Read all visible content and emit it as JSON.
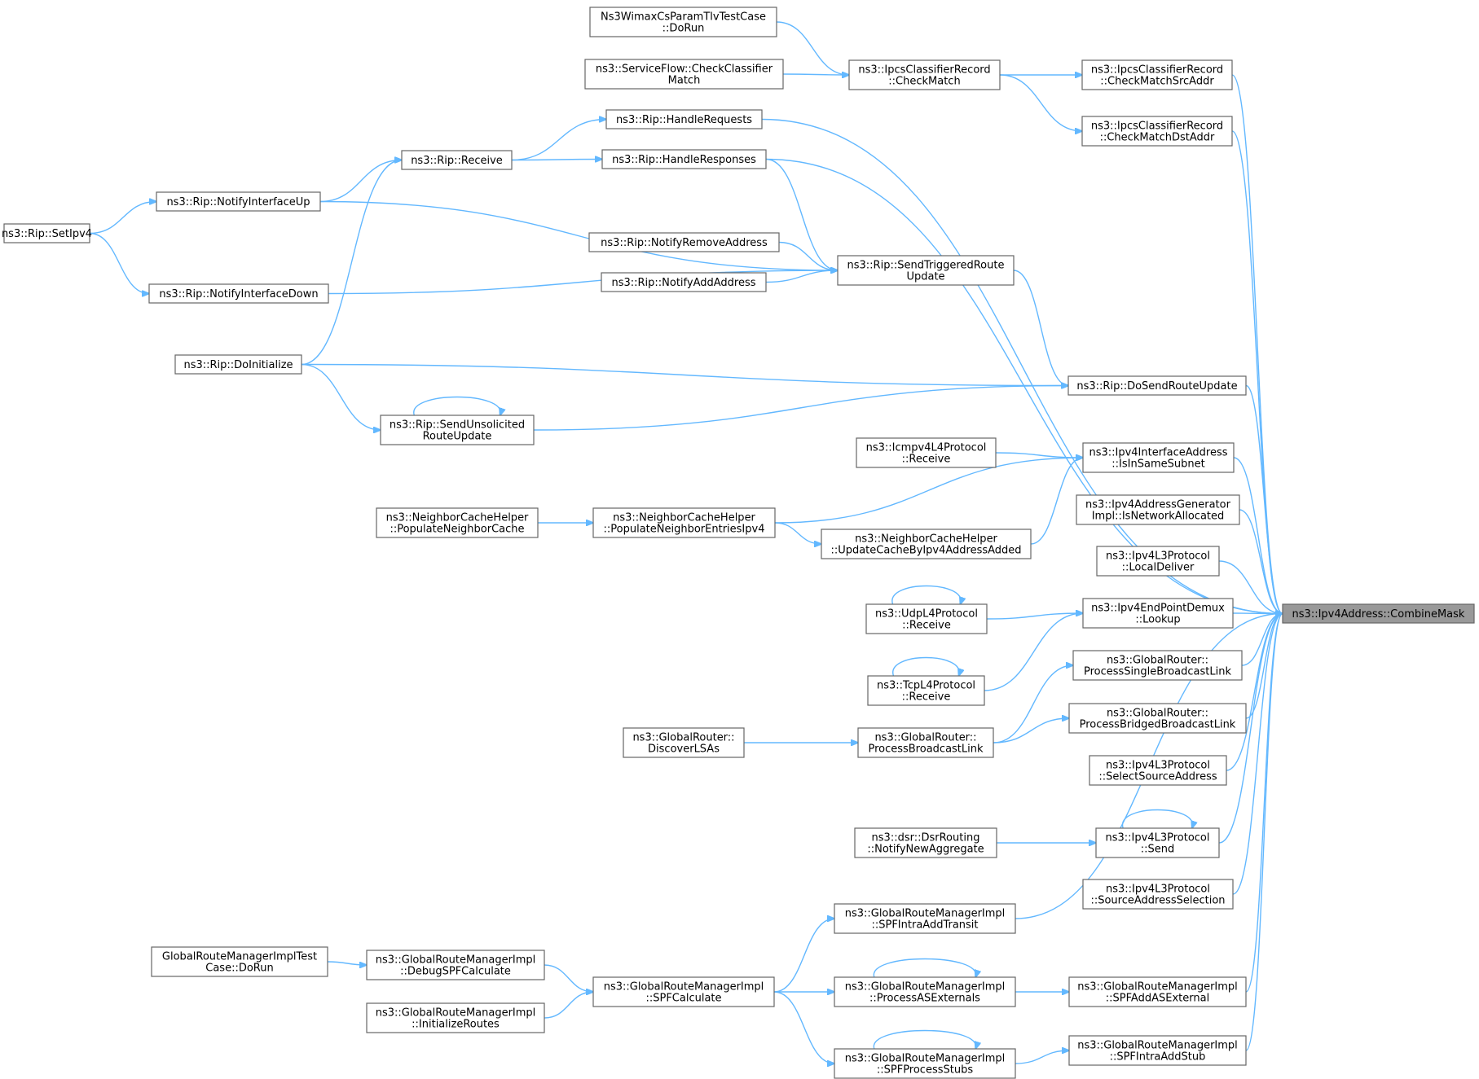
{
  "root": "ns3::Ipv4Address::CombineMask",
  "nodes": [
    {
      "id": "n_wimax_dorun",
      "lines": [
        "Ns3WimaxCsParamTlvTestCase",
        "::DoRun"
      ]
    },
    {
      "id": "n_sf_checkclassifier",
      "lines": [
        "ns3::ServiceFlow::CheckClassifier",
        "Match"
      ]
    },
    {
      "id": "n_ipcs_checkmatch",
      "lines": [
        "ns3::IpcsClassifierRecord",
        "::CheckMatch"
      ]
    },
    {
      "id": "n_ipcs_srcaddr",
      "lines": [
        "ns3::IpcsClassifierRecord",
        "::CheckMatchSrcAddr"
      ]
    },
    {
      "id": "n_ipcs_dstaddr",
      "lines": [
        "ns3::IpcsClassifierRecord",
        "::CheckMatchDstAddr"
      ]
    },
    {
      "id": "n_rip_handlerequests",
      "lines": [
        "ns3::Rip::HandleRequests"
      ]
    },
    {
      "id": "n_rip_receive",
      "lines": [
        "ns3::Rip::Receive"
      ]
    },
    {
      "id": "n_rip_handleresponses",
      "lines": [
        "ns3::Rip::HandleResponses"
      ]
    },
    {
      "id": "n_rip_notifyifup",
      "lines": [
        "ns3::Rip::NotifyInterfaceUp"
      ]
    },
    {
      "id": "n_rip_setipv4",
      "lines": [
        "ns3::Rip::SetIpv4"
      ]
    },
    {
      "id": "n_rip_notifyremove",
      "lines": [
        "ns3::Rip::NotifyRemoveAddress"
      ]
    },
    {
      "id": "n_rip_notifyadd",
      "lines": [
        "ns3::Rip::NotifyAddAddress"
      ]
    },
    {
      "id": "n_rip_sendtriggered",
      "lines": [
        "ns3::Rip::SendTriggeredRoute",
        "Update"
      ]
    },
    {
      "id": "n_rip_notifyifdown",
      "lines": [
        "ns3::Rip::NotifyInterfaceDown"
      ]
    },
    {
      "id": "n_rip_doinit",
      "lines": [
        "ns3::Rip::DoInitialize"
      ]
    },
    {
      "id": "n_rip_dosendroute",
      "lines": [
        "ns3::Rip::DoSendRouteUpdate"
      ]
    },
    {
      "id": "n_rip_sendunsolicited",
      "lines": [
        "ns3::Rip::SendUnsolicited",
        "RouteUpdate"
      ]
    },
    {
      "id": "n_icmp_receive",
      "lines": [
        "ns3::Icmpv4L4Protocol",
        "::Receive"
      ]
    },
    {
      "id": "n_ipv4ifaddr_insame",
      "lines": [
        "ns3::Ipv4InterfaceAddress",
        "::IsInSameSubnet"
      ]
    },
    {
      "id": "n_nch_populatecache",
      "lines": [
        "ns3::NeighborCacheHelper",
        "::PopulateNeighborCache"
      ]
    },
    {
      "id": "n_nch_populateentries",
      "lines": [
        "ns3::NeighborCacheHelper",
        "::PopulateNeighborEntriesIpv4"
      ]
    },
    {
      "id": "n_nch_updatecache",
      "lines": [
        "ns3::NeighborCacheHelper",
        "::UpdateCacheByIpv4AddressAdded"
      ]
    },
    {
      "id": "n_addrgen_isnetalloc",
      "lines": [
        "ns3::Ipv4AddressGenerator",
        "Impl::IsNetworkAllocated"
      ]
    },
    {
      "id": "n_ipv4l3_localdeliver",
      "lines": [
        "ns3::Ipv4L3Protocol",
        "::LocalDeliver"
      ]
    },
    {
      "id": "n_udp_receive",
      "lines": [
        "ns3::UdpL4Protocol",
        "::Receive"
      ]
    },
    {
      "id": "n_epdemux_lookup",
      "lines": [
        "ns3::Ipv4EndPointDemux",
        "::Lookup"
      ]
    },
    {
      "id": "n_root",
      "lines": [
        "ns3::Ipv4Address::CombineMask"
      ]
    },
    {
      "id": "n_gr_singlebcast",
      "lines": [
        "ns3::GlobalRouter::",
        "ProcessSingleBroadcastLink"
      ]
    },
    {
      "id": "n_tcp_receive",
      "lines": [
        "ns3::TcpL4Protocol",
        "::Receive"
      ]
    },
    {
      "id": "n_gr_discoverlsas",
      "lines": [
        "ns3::GlobalRouter::",
        "DiscoverLSAs"
      ]
    },
    {
      "id": "n_gr_bcast",
      "lines": [
        "ns3::GlobalRouter::",
        "ProcessBroadcastLink"
      ]
    },
    {
      "id": "n_gr_bridgedbcast",
      "lines": [
        "ns3::GlobalRouter::",
        "ProcessBridgedBroadcastLink"
      ]
    },
    {
      "id": "n_ipv4l3_selectsrc",
      "lines": [
        "ns3::Ipv4L3Protocol",
        "::SelectSourceAddress"
      ]
    },
    {
      "id": "n_dsr_notifynewagg",
      "lines": [
        "ns3::dsr::DsrRouting",
        "::NotifyNewAggregate"
      ]
    },
    {
      "id": "n_ipv4l3_send",
      "lines": [
        "ns3::Ipv4L3Protocol",
        "::Send"
      ]
    },
    {
      "id": "n_ipv4l3_srcaddrsel",
      "lines": [
        "ns3::Ipv4L3Protocol",
        "::SourceAddressSelection"
      ]
    },
    {
      "id": "n_grm_spfintratransit",
      "lines": [
        "ns3::GlobalRouteManagerImpl",
        "::SPFIntraAddTransit"
      ]
    },
    {
      "id": "n_grmtest_dorun",
      "lines": [
        "GlobalRouteManagerImplTest",
        "Case::DoRun"
      ]
    },
    {
      "id": "n_grm_debugspf",
      "lines": [
        "ns3::GlobalRouteManagerImpl",
        "::DebugSPFCalculate"
      ]
    },
    {
      "id": "n_grm_spfcalc",
      "lines": [
        "ns3::GlobalRouteManagerImpl",
        "::SPFCalculate"
      ]
    },
    {
      "id": "n_grm_processasext",
      "lines": [
        "ns3::GlobalRouteManagerImpl",
        "::ProcessASExternals"
      ]
    },
    {
      "id": "n_grm_spfaddasext",
      "lines": [
        "ns3::GlobalRouteManagerImpl",
        "::SPFAddASExternal"
      ]
    },
    {
      "id": "n_grm_initroutes",
      "lines": [
        "ns3::GlobalRouteManagerImpl",
        "::InitializeRoutes"
      ]
    },
    {
      "id": "n_grm_spfprocstubs",
      "lines": [
        "ns3::GlobalRouteManagerImpl",
        "::SPFProcessStubs"
      ]
    },
    {
      "id": "n_grm_spfintrastub",
      "lines": [
        "ns3::GlobalRouteManagerImpl",
        "::SPFIntraAddStub"
      ]
    }
  ],
  "edges": [
    [
      "n_wimax_dorun",
      "n_ipcs_checkmatch"
    ],
    [
      "n_sf_checkclassifier",
      "n_ipcs_checkmatch"
    ],
    [
      "n_ipcs_checkmatch",
      "n_ipcs_srcaddr"
    ],
    [
      "n_ipcs_checkmatch",
      "n_ipcs_dstaddr"
    ],
    [
      "n_ipcs_srcaddr",
      "n_root"
    ],
    [
      "n_ipcs_dstaddr",
      "n_root"
    ],
    [
      "n_rip_receive",
      "n_rip_handlerequests"
    ],
    [
      "n_rip_receive",
      "n_rip_handleresponses"
    ],
    [
      "n_rip_notifyifup",
      "n_rip_receive"
    ],
    [
      "n_rip_doinit",
      "n_rip_receive"
    ],
    [
      "n_rip_setipv4",
      "n_rip_notifyifup"
    ],
    [
      "n_rip_setipv4",
      "n_rip_notifyifdown"
    ],
    [
      "n_rip_handlerequests",
      "n_root"
    ],
    [
      "n_rip_handleresponses",
      "n_root"
    ],
    [
      "n_rip_handleresponses",
      "n_rip_sendtriggered"
    ],
    [
      "n_rip_notifyifup",
      "n_rip_sendtriggered"
    ],
    [
      "n_rip_notifyremove",
      "n_rip_sendtriggered"
    ],
    [
      "n_rip_notifyadd",
      "n_rip_sendtriggered"
    ],
    [
      "n_rip_notifyifdown",
      "n_rip_sendtriggered"
    ],
    [
      "n_rip_sendtriggered",
      "n_rip_dosendroute"
    ],
    [
      "n_rip_doinit",
      "n_rip_dosendroute"
    ],
    [
      "n_rip_sendunsolicited",
      "n_rip_dosendroute"
    ],
    [
      "n_rip_doinit",
      "n_rip_sendunsolicited"
    ],
    [
      "n_rip_sendunsolicited",
      "n_rip_sendunsolicited"
    ],
    [
      "n_rip_dosendroute",
      "n_root"
    ],
    [
      "n_icmp_receive",
      "n_ipv4ifaddr_insame"
    ],
    [
      "n_nch_populateentries",
      "n_ipv4ifaddr_insame"
    ],
    [
      "n_nch_updatecache",
      "n_ipv4ifaddr_insame"
    ],
    [
      "n_nch_populatecache",
      "n_nch_populateentries"
    ],
    [
      "n_nch_populateentries",
      "n_nch_updatecache"
    ],
    [
      "n_ipv4ifaddr_insame",
      "n_root"
    ],
    [
      "n_addrgen_isnetalloc",
      "n_root"
    ],
    [
      "n_ipv4l3_localdeliver",
      "n_root"
    ],
    [
      "n_udp_receive",
      "n_udp_receive"
    ],
    [
      "n_udp_receive",
      "n_epdemux_lookup"
    ],
    [
      "n_tcp_receive",
      "n_epdemux_lookup"
    ],
    [
      "n_tcp_receive",
      "n_tcp_receive"
    ],
    [
      "n_epdemux_lookup",
      "n_root"
    ],
    [
      "n_gr_singlebcast",
      "n_root"
    ],
    [
      "n_gr_bcast",
      "n_gr_singlebcast"
    ],
    [
      "n_gr_bcast",
      "n_gr_bridgedbcast"
    ],
    [
      "n_gr_discoverlsas",
      "n_gr_bcast"
    ],
    [
      "n_gr_bridgedbcast",
      "n_root"
    ],
    [
      "n_ipv4l3_selectsrc",
      "n_root"
    ],
    [
      "n_dsr_notifynewagg",
      "n_ipv4l3_send"
    ],
    [
      "n_ipv4l3_send",
      "n_ipv4l3_send"
    ],
    [
      "n_ipv4l3_send",
      "n_root"
    ],
    [
      "n_ipv4l3_srcaddrsel",
      "n_root"
    ],
    [
      "n_grm_spfcalc",
      "n_grm_spfintratransit"
    ],
    [
      "n_grm_spfintratransit",
      "n_root"
    ],
    [
      "n_grmtest_dorun",
      "n_grm_debugspf"
    ],
    [
      "n_grm_debugspf",
      "n_grm_spfcalc"
    ],
    [
      "n_grm_initroutes",
      "n_grm_spfcalc"
    ],
    [
      "n_grm_spfcalc",
      "n_grm_processasext"
    ],
    [
      "n_grm_processasext",
      "n_grm_processasext"
    ],
    [
      "n_grm_processasext",
      "n_grm_spfaddasext"
    ],
    [
      "n_grm_spfaddasext",
      "n_root"
    ],
    [
      "n_grm_spfcalc",
      "n_grm_spfprocstubs"
    ],
    [
      "n_grm_spfprocstubs",
      "n_grm_spfprocstubs"
    ],
    [
      "n_grm_spfprocstubs",
      "n_grm_spfintrastub"
    ],
    [
      "n_grm_spfintrastub",
      "n_root"
    ]
  ],
  "colors": {
    "edge": "#63b8ff",
    "node_border": "#666666",
    "node_fill": "#ffffff",
    "root_fill": "#999999",
    "text": "#000000"
  }
}
